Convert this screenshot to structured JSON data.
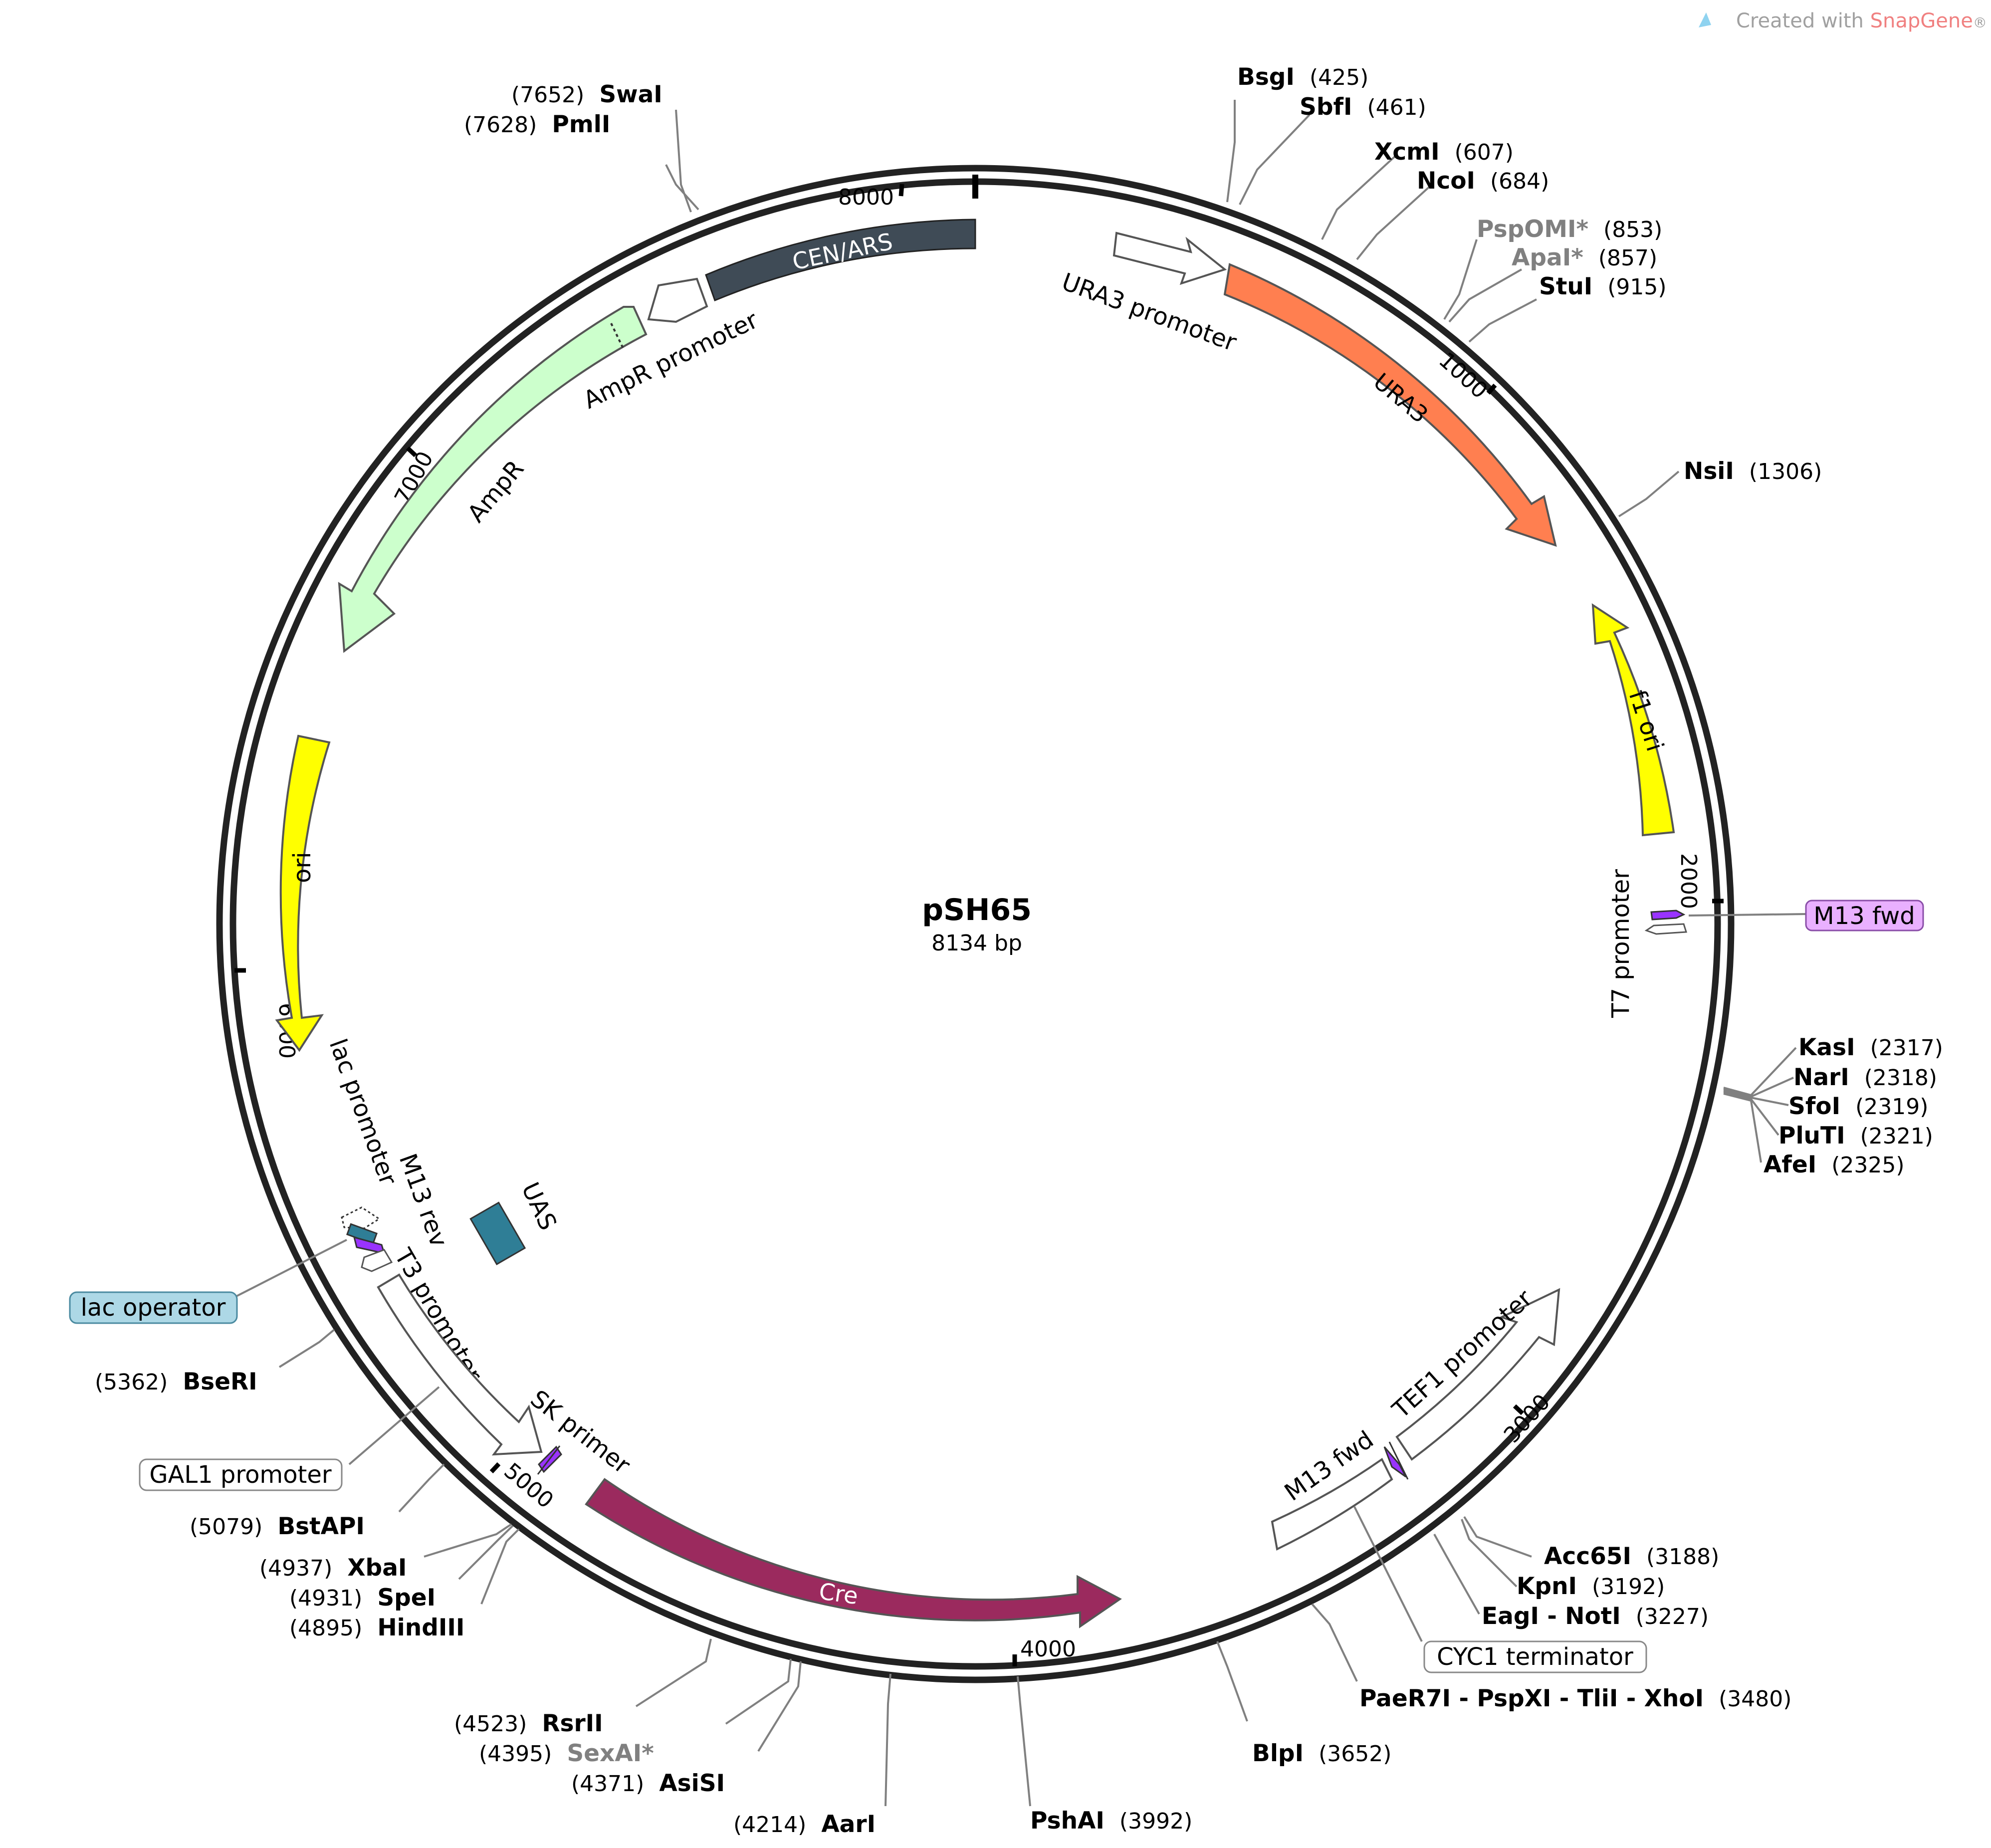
{
  "title": "pSH65",
  "length_label": "8134 bp",
  "credit": {
    "prefix": "Created with ",
    "brand": "SnapGene",
    "mark": "®"
  },
  "colors": {
    "ura3": "#ff7f50",
    "cen_ars": "#3f4b56",
    "ampr": "#ccffcc",
    "ori": "#ffff00",
    "f1_ori": "#ffff00",
    "cre": "#9b2a5e",
    "uas": "#2f7e96",
    "primer": "#9933ff",
    "lac_operator_label": "#add8e6",
    "m13_fwd_label": "#e9b0ff"
  },
  "ticks": [
    "1000",
    "2000",
    "3000",
    "4000",
    "5000",
    "6000",
    "7000",
    "8000"
  ],
  "features": {
    "cen_ars": "CEN/ARS",
    "ura3_promoter": "URA3 promoter",
    "ura3": "URA3",
    "ampr_promoter": "AmpR promoter",
    "ampr": "AmpR",
    "ori": "ori",
    "f1_ori": "f1 ori",
    "t7_promoter": "T7 promoter",
    "m13_fwd_top": "M13 fwd",
    "lac_promoter": "lac promoter",
    "m13_rev": "M13 rev",
    "t3_promoter": "T3 promoter",
    "uas": "UAS",
    "lac_operator": "lac operator",
    "gal1_promoter": "GAL1 promoter",
    "sk_primer": "SK primer",
    "cre": "Cre",
    "tef1_promoter": "TEF1 promoter",
    "m13_fwd_bottom": "M13 fwd",
    "cyc1_terminator": "CYC1 terminator"
  },
  "sites": [
    {
      "name": "SwaI",
      "pos": "(7652)"
    },
    {
      "name": "PmlI",
      "pos": "(7628)"
    },
    {
      "name": "BsgI",
      "pos": "(425)"
    },
    {
      "name": "SbfI",
      "pos": "(461)"
    },
    {
      "name": "XcmI",
      "pos": "(607)"
    },
    {
      "name": "NcoI",
      "pos": "(684)"
    },
    {
      "name": "PspOMI*",
      "pos": "(853)"
    },
    {
      "name": "ApaI*",
      "pos": "(857)"
    },
    {
      "name": "StuI",
      "pos": "(915)"
    },
    {
      "name": "NsiI",
      "pos": "(1306)"
    },
    {
      "name": "KasI",
      "pos": "(2317)"
    },
    {
      "name": "NarI",
      "pos": "(2318)"
    },
    {
      "name": "SfoI",
      "pos": "(2319)"
    },
    {
      "name": "PluTI",
      "pos": "(2321)"
    },
    {
      "name": "AfeI",
      "pos": "(2325)"
    },
    {
      "name": "Acc65I",
      "pos": "(3188)"
    },
    {
      "name": "KpnI",
      "pos": "(3192)"
    },
    {
      "name": "EagI - NotI",
      "pos": "(3227)"
    },
    {
      "name": "PaeR7I - PspXI - TliI - XhoI",
      "pos": "(3480)"
    },
    {
      "name": "BlpI",
      "pos": "(3652)"
    },
    {
      "name": "PshAI",
      "pos": "(3992)"
    },
    {
      "name": "AarI",
      "pos": "(4214)"
    },
    {
      "name": "AsiSI",
      "pos": "(4371)"
    },
    {
      "name": "SexAI*",
      "pos": "(4395)"
    },
    {
      "name": "RsrII",
      "pos": "(4523)"
    },
    {
      "name": "HindIII",
      "pos": "(4895)"
    },
    {
      "name": "SpeI",
      "pos": "(4931)"
    },
    {
      "name": "XbaI",
      "pos": "(4937)"
    },
    {
      "name": "BstAPI",
      "pos": "(5079)"
    },
    {
      "name": "BseRI",
      "pos": "(5362)"
    }
  ]
}
